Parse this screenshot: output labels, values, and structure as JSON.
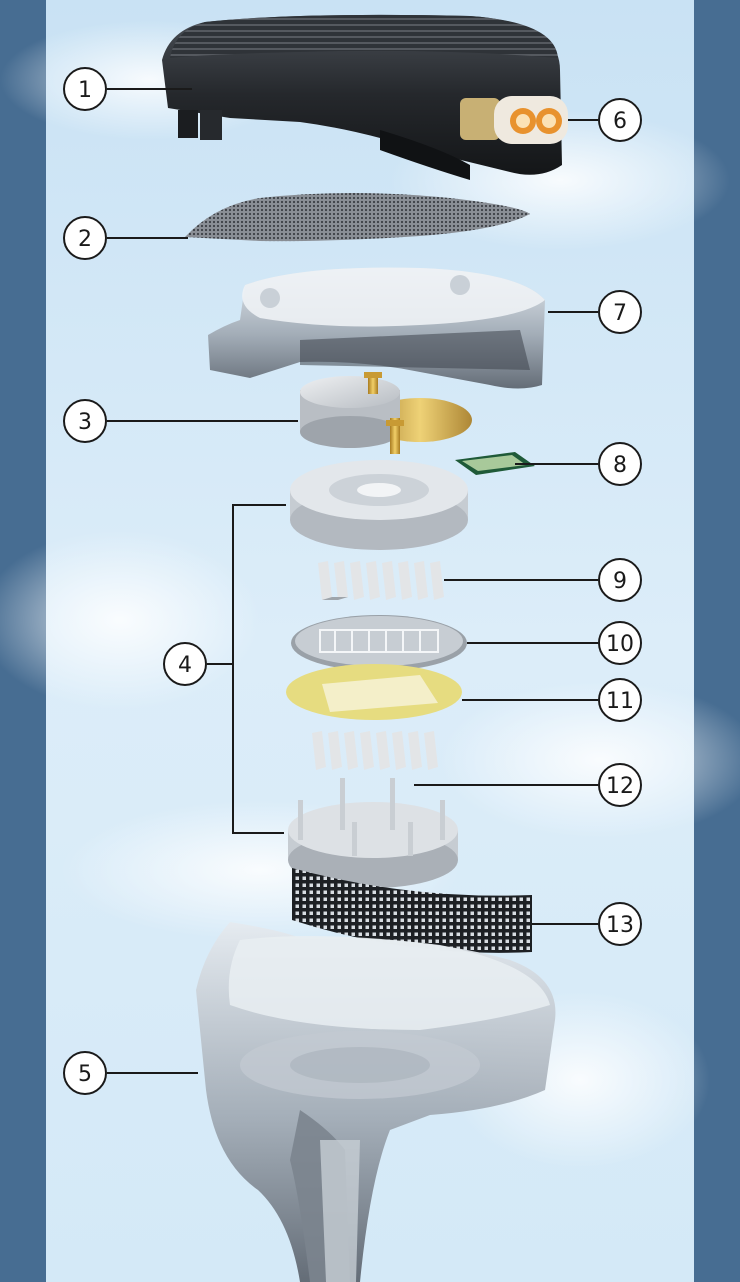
{
  "colors": {
    "frame": "#476d92",
    "sky_top": "#cfe5f5",
    "sky_mid": "#e2f1fb",
    "shell_dark": "#2b2e33",
    "clear_part": "#9aa3ad",
    "brass": "#d1a43c",
    "mesh": "#555a60",
    "gold_film": "#e8dd86",
    "line": "#1a1a1a"
  },
  "callouts": [
    {
      "id": "1",
      "label": "1"
    },
    {
      "id": "2",
      "label": "2"
    },
    {
      "id": "3",
      "label": "3"
    },
    {
      "id": "4",
      "label": "4"
    },
    {
      "id": "5",
      "label": "5"
    },
    {
      "id": "6",
      "label": "6"
    },
    {
      "id": "7",
      "label": "7"
    },
    {
      "id": "8",
      "label": "8"
    },
    {
      "id": "9",
      "label": "9"
    },
    {
      "id": "10",
      "label": "10"
    },
    {
      "id": "11",
      "label": "11"
    },
    {
      "id": "12",
      "label": "12"
    },
    {
      "id": "13",
      "label": "13"
    }
  ],
  "parts": [
    {
      "id": "faceplate",
      "icon": "black-faceplate-icon"
    },
    {
      "id": "filter-mesh",
      "icon": "mesh-filter-icon"
    },
    {
      "id": "inner-cavity",
      "icon": "clear-cavity-icon"
    },
    {
      "id": "dynamic-driver",
      "icon": "dynamic-driver-icon"
    },
    {
      "id": "planar-driver-assembly",
      "icon": "planar-driver-icon"
    },
    {
      "id": "shell-body",
      "icon": "clear-shell-icon"
    },
    {
      "id": "connector",
      "icon": "two-pin-connector-icon"
    },
    {
      "id": "crossover-board",
      "icon": "circuit-board-icon"
    },
    {
      "id": "magnet-array-upper",
      "icon": "magnet-array-icon"
    },
    {
      "id": "diaphragm",
      "icon": "diaphragm-icon"
    },
    {
      "id": "gasket",
      "icon": "gasket-ring-icon"
    },
    {
      "id": "magnet-array-lower",
      "icon": "magnet-array-icon"
    },
    {
      "id": "damping-mesh",
      "icon": "damping-mesh-icon"
    }
  ]
}
